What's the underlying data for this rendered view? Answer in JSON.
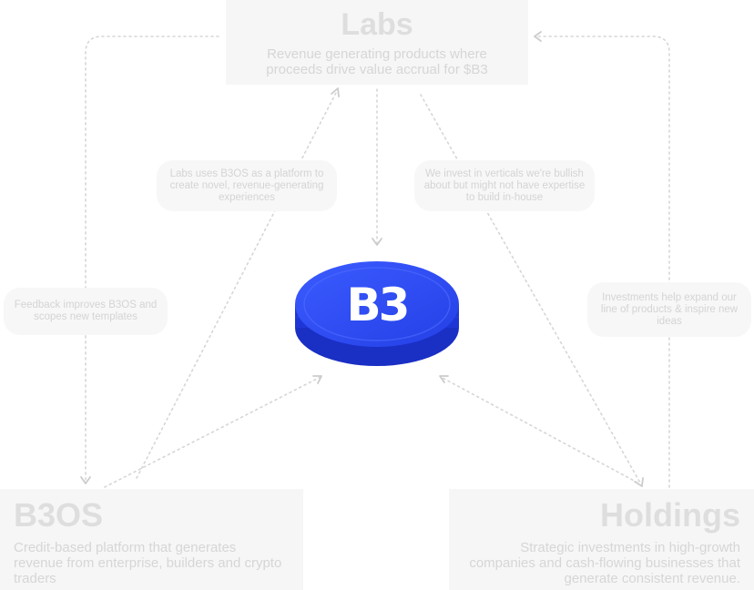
{
  "nodes": {
    "labs": {
      "title": "Labs",
      "description": "Revenue generating products where proceeds drive value accrual for $B3"
    },
    "b3os": {
      "title": "B3OS",
      "description": "Credit-based platform that generates revenue from enterprise, builders and crypto traders"
    },
    "holdings": {
      "title": "Holdings",
      "description": "Strategic investments in high-growth companies and cash-flowing businesses that generate consistent revenue."
    }
  },
  "edge_labels": {
    "labs_uses_b3os": "Labs uses B3OS as a platform to create novel, revenue-generating experiences",
    "invest_verticals": "We invest in verticals we're bullish about but might not have expertise to build in-house",
    "feedback": "Feedback improves B3OS and scopes new templates",
    "investments_help": "Investments help expand our line of products & inspire new ideas"
  },
  "center": {
    "token_label": "B3"
  },
  "colors": {
    "coin_blue": "#2b4bf2",
    "coin_dark": "#1a2fc4",
    "muted_text": "#dcdcdc",
    "box_bg": "#f6f6f6"
  }
}
